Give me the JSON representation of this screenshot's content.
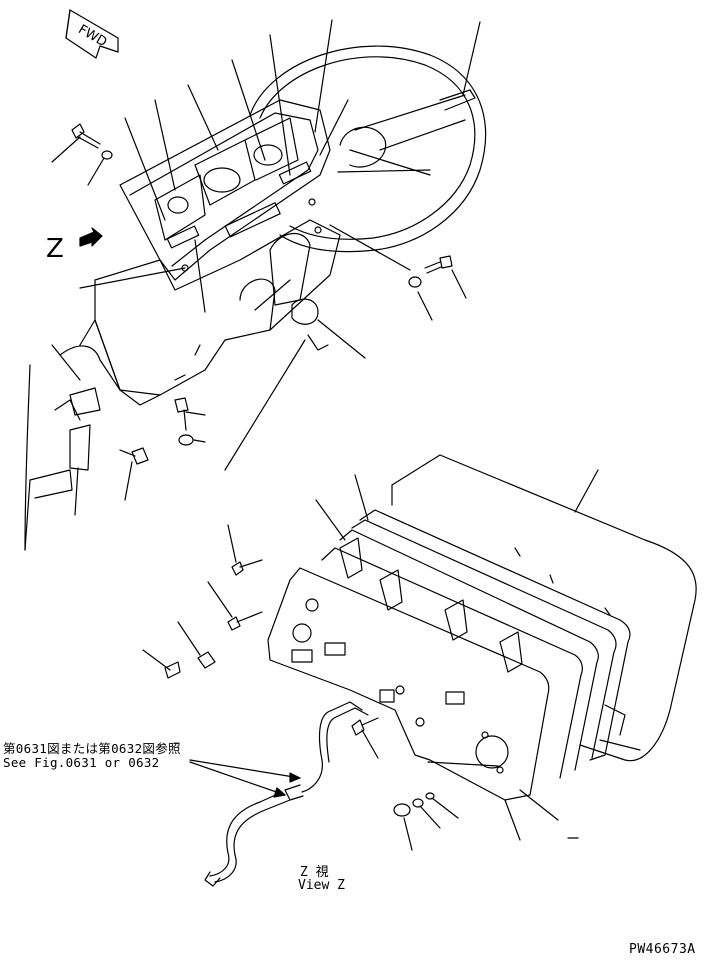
{
  "direction_tag": "FWD",
  "view_marker": "Z",
  "reference_note": {
    "jp": "第0631図または第0632図参照",
    "en": "See Fig.0631 or 0632"
  },
  "view_caption": {
    "jp": "Z 視",
    "en": "View Z"
  },
  "drawing_code": "PW46673A"
}
